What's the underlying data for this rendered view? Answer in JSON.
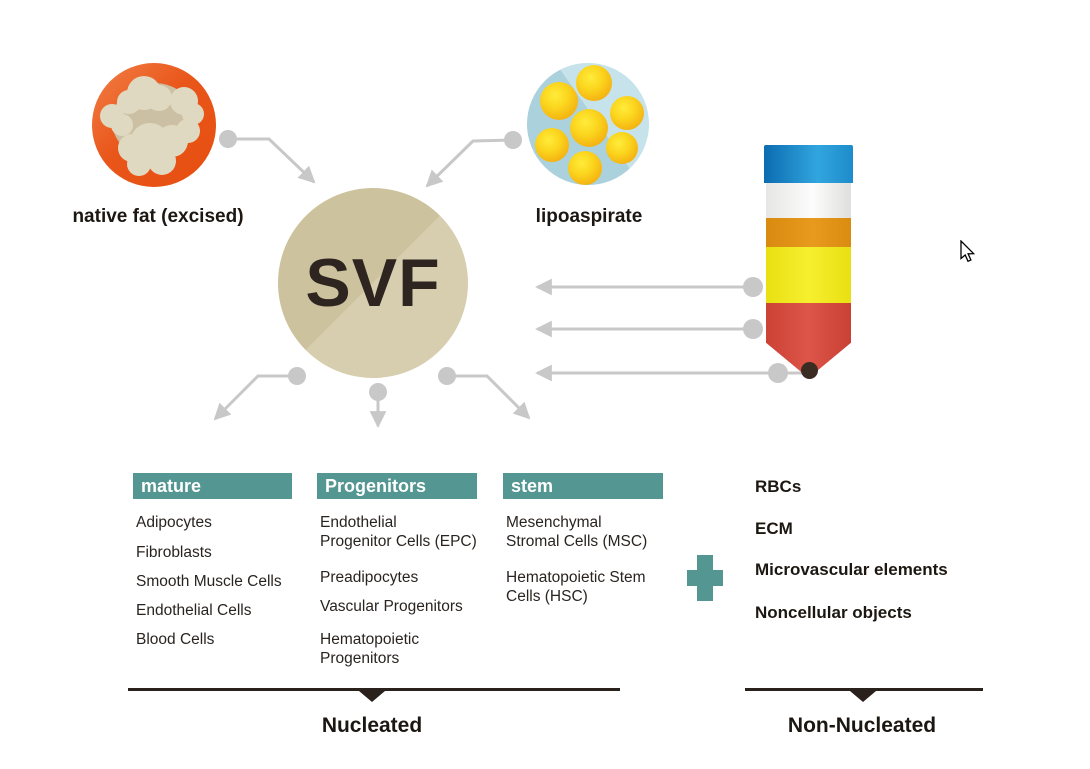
{
  "sources": {
    "native_fat_label": "native fat (excised)",
    "lipoaspirate_label": "lipoaspirate"
  },
  "svf": {
    "label": "SVF"
  },
  "columns": [
    {
      "id": "mature",
      "header": "mature",
      "items": [
        [
          "Adipocytes"
        ],
        [
          "Fibroblasts"
        ],
        [
          "Smooth Muscle Cells"
        ],
        [
          "Endothelial Cells"
        ],
        [
          "Blood Cells"
        ]
      ]
    },
    {
      "id": "progenitors",
      "header": "Progenitors",
      "items": [
        [
          "Endothelial",
          "Progenitor Cells (EPC)"
        ],
        [
          "Preadipocytes"
        ],
        [
          "Vascular Progenitors"
        ],
        [
          "Hematopoietic",
          "Progenitors"
        ]
      ]
    },
    {
      "id": "stem",
      "header": "stem",
      "items": [
        [
          "Mesenchymal",
          "Stromal Cells (MSC)"
        ],
        [
          "Hematopoietic Stem",
          "Cells (HSC)"
        ]
      ]
    }
  ],
  "non_nucleated_items": [
    "RBCs",
    "ECM",
    "Microvascular elements",
    "Noncellular objects"
  ],
  "groups": {
    "nucleated": "Nucleated",
    "non_nucleated": "Non-Nucleated"
  },
  "colors": {
    "accent_teal": "#549691",
    "ink": "#2a211c",
    "arrow_gray": "#c8c8c8",
    "native_fat_orange": "#e9561a",
    "fat_blob_cream": "#e0d9c2",
    "lipoaspirate_blue": "#abd1dc",
    "lipid_droplet_yellow": "#f5b90f",
    "svf_tan_dark": "#ccc29d",
    "svf_tan_light": "#d7ceaf",
    "pencil_layers": [
      "#1e8ccb",
      "#f2f2f1",
      "#de9016",
      "#ece314",
      "#d24b3e"
    ],
    "pencil_tip_dot": "#3a2c23"
  }
}
